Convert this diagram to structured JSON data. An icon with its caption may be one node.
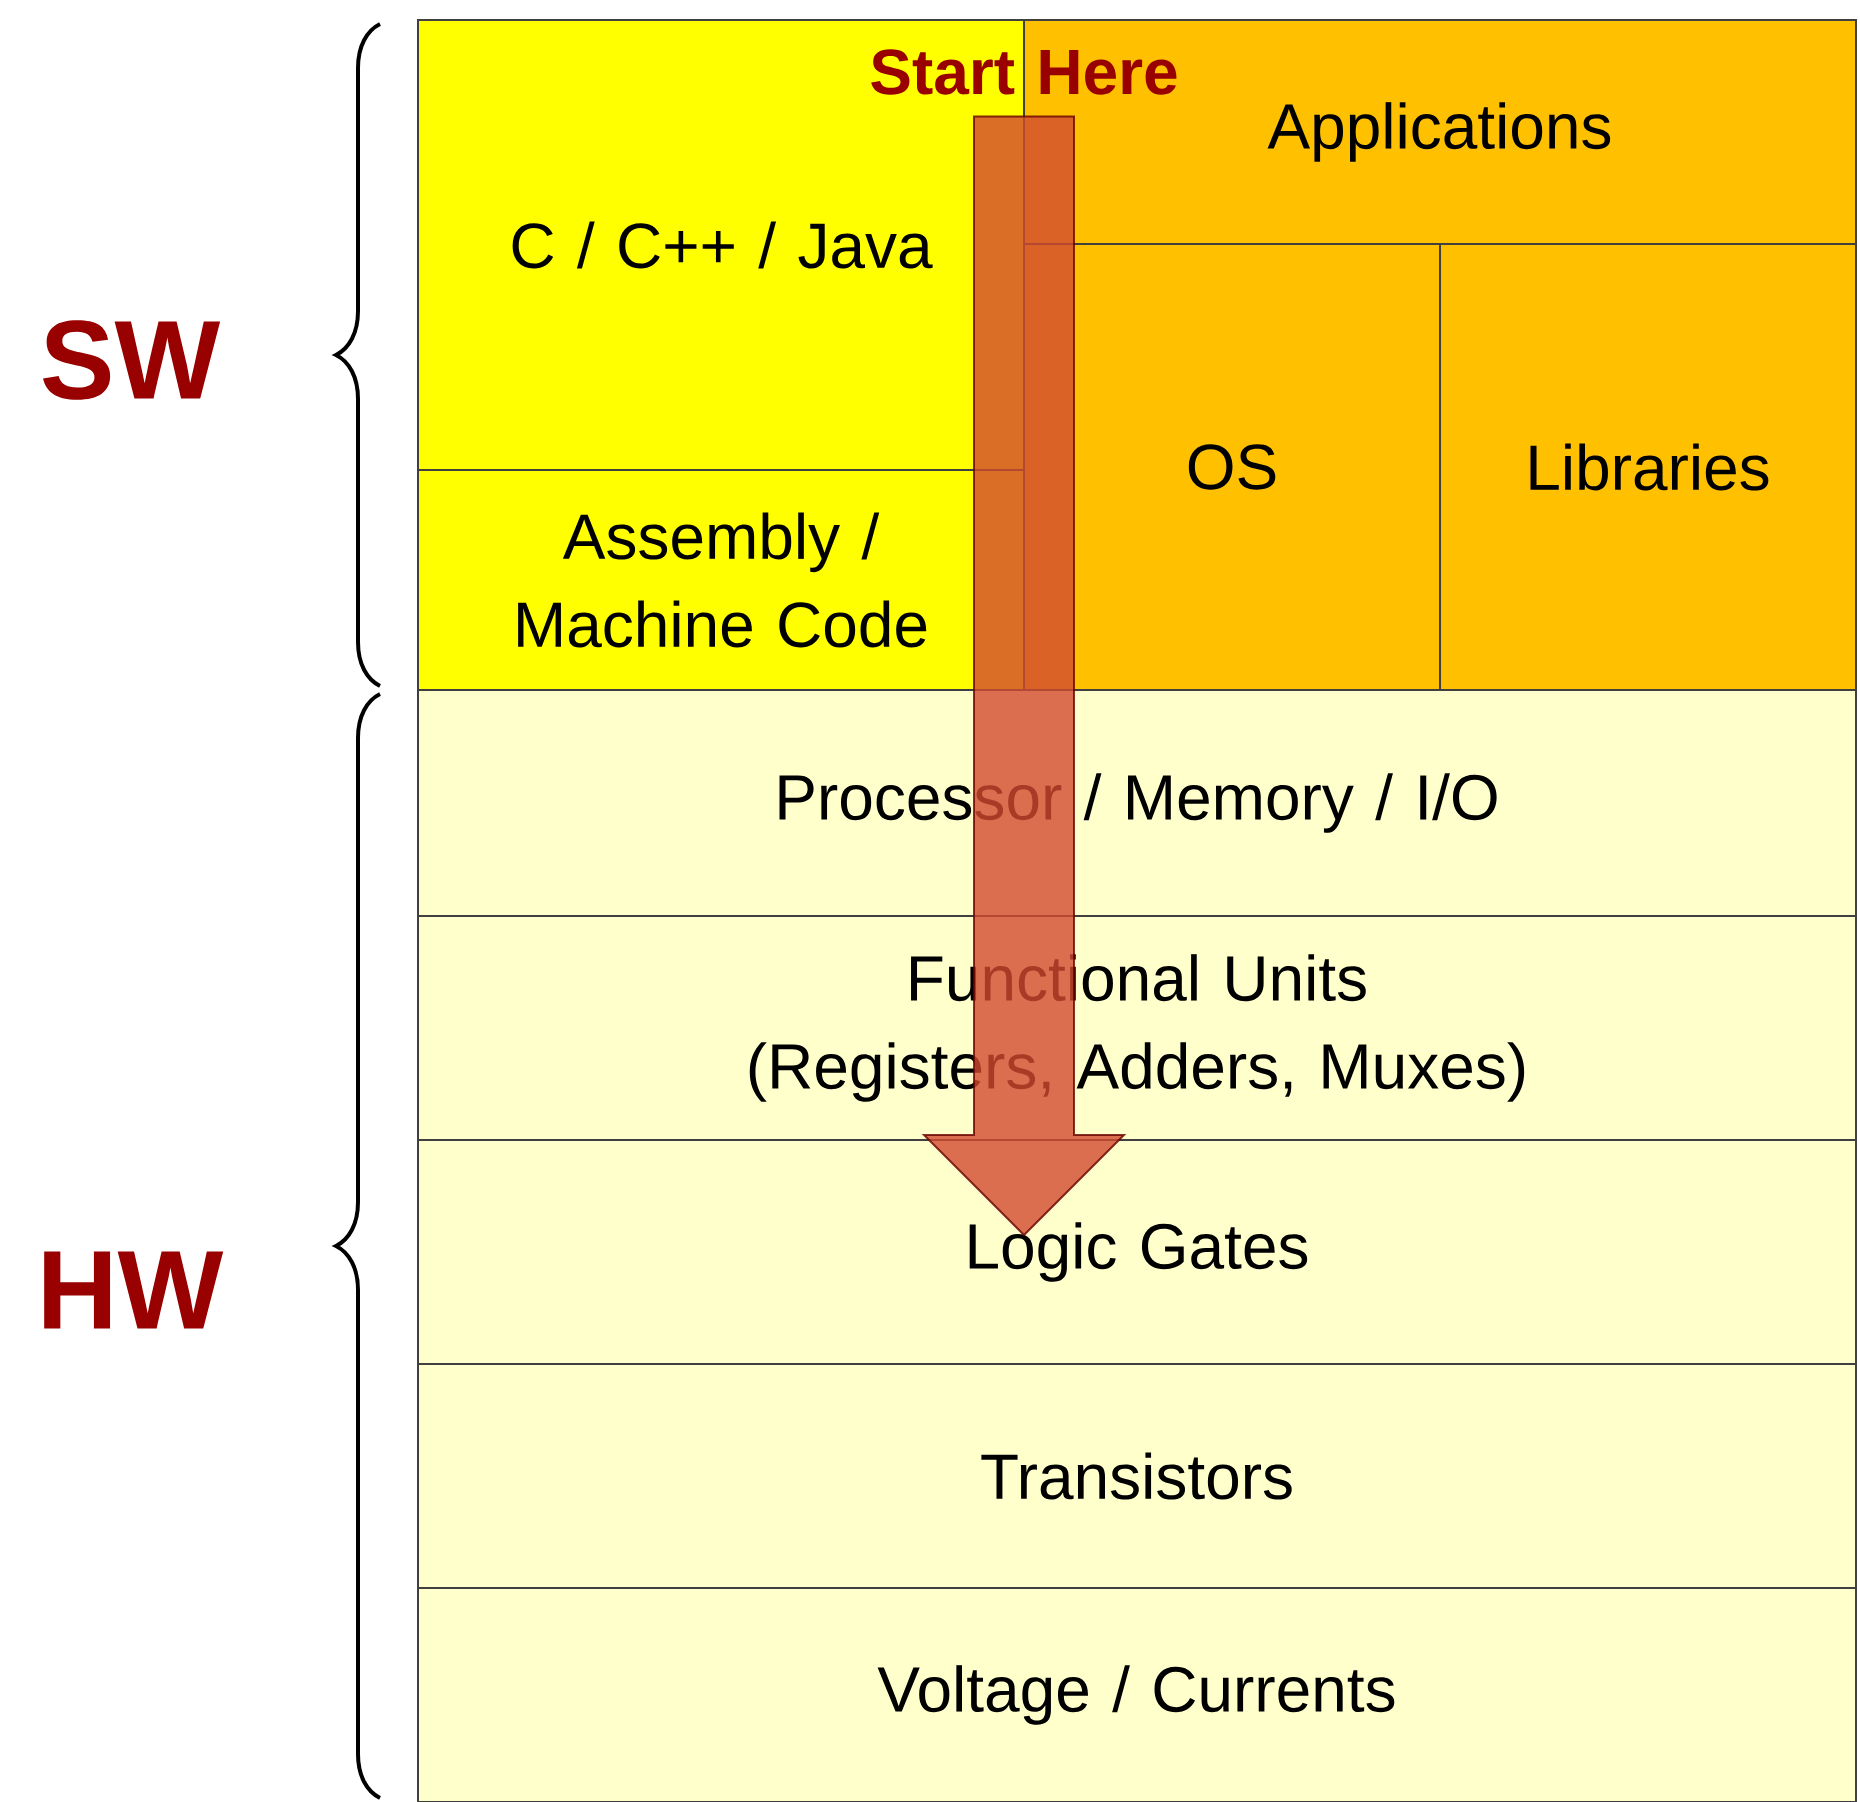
{
  "diagram": {
    "nodes": [
      {
        "text": [
          "Start Here"
        ]
      },
      {
        "text": [
          "C / C++ / Java"
        ]
      },
      {
        "text": [
          "Applications"
        ]
      },
      {
        "text": [
          "Assembly / Machine Code"
        ]
      },
      {
        "text": [
          "OS"
        ]
      },
      {
        "text": [
          "Libraries"
        ]
      },
      {
        "text": [
          "Processor / Memory / I/O"
        ]
      },
      {
        "text": [
          "Functional Units (Registers, Adders, Muxes)"
        ]
      },
      {
        "text": [
          "Logic Gates"
        ]
      },
      {
        "text": [
          "Transistors"
        ]
      },
      {
        "text": [
          "Voltage / Currents"
        ]
      }
    ],
    "edges": [
      {
        "from": 0,
        "to": 8,
        "arrow": "to",
        "style": "thick",
        "color": "#d24a30"
      }
    ],
    "labels": [
      "SW",
      "HW"
    ]
  }
}
